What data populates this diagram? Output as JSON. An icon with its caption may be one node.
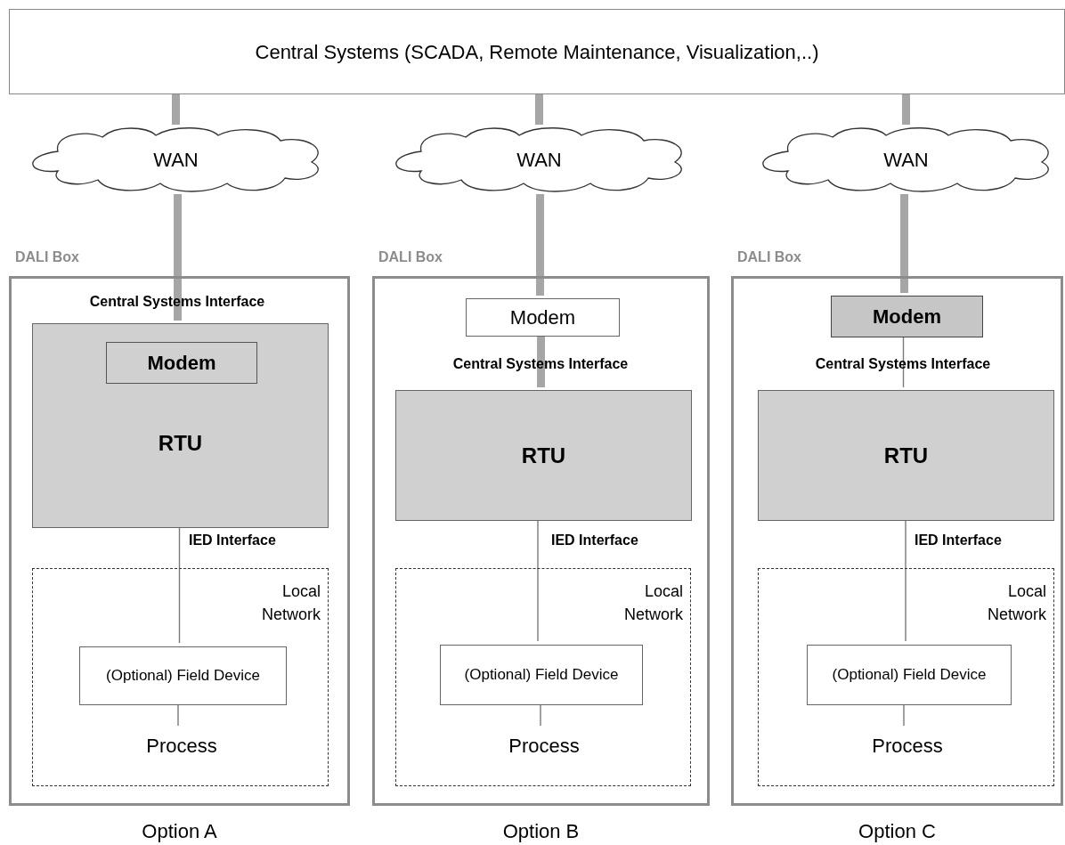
{
  "diagram": {
    "nodes": [
      {
        "text": [
          "Central Systems (SCADA, Remote Maintenance, Visualization,..)"
        ]
      },
      {
        "text": [
          "WAN"
        ]
      },
      {
        "text": [
          "DALI Box"
        ],
        "beside": [
          "Option A"
        ]
      },
      {
        "text": [
          "RTU"
        ],
        "in": 2
      },
      {
        "text": [
          "Modem"
        ],
        "in": 3
      },
      {
        "text": [
          "Local Network"
        ],
        "in": 2
      },
      {
        "text": [
          "(Optional) Field Device"
        ],
        "in": 5
      },
      {
        "text": [
          "Process"
        ],
        "in": 5
      },
      {
        "text": [
          "WAN"
        ]
      },
      {
        "text": [
          "DALI Box"
        ],
        "beside": [
          "Option B"
        ]
      },
      {
        "text": [
          "Modem"
        ],
        "in": 9
      },
      {
        "text": [
          "RTU"
        ],
        "in": 9
      },
      {
        "text": [
          "Local Network"
        ],
        "in": 9
      },
      {
        "text": [
          "(Optional) Field Device"
        ],
        "in": 12
      },
      {
        "text": [
          "Process"
        ],
        "in": 12
      },
      {
        "text": [
          "WAN"
        ]
      },
      {
        "text": [
          "DALI Box"
        ],
        "beside": [
          "Option C"
        ]
      },
      {
        "text": [
          "Modem"
        ],
        "in": 16
      },
      {
        "text": [
          "RTU"
        ],
        "in": 16
      },
      {
        "text": [
          "Local Network"
        ],
        "in": 16
      },
      {
        "text": [
          "(Optional) Field Device"
        ],
        "in": 19
      },
      {
        "text": [
          "Process"
        ],
        "in": 19
      }
    ],
    "edges": [
      {
        "from": 0,
        "to": 1,
        "arrow": "none",
        "style": "thick",
        "color": "#a6a6a6"
      },
      {
        "from": 0,
        "to": 8,
        "arrow": "none",
        "style": "thick",
        "color": "#a6a6a6"
      },
      {
        "from": 0,
        "to": 15,
        "arrow": "none",
        "style": "thick",
        "color": "#a6a6a6"
      },
      {
        "from": 1,
        "to": 3,
        "arrow": "none",
        "style": "thick",
        "color": "#a6a6a6"
      },
      {
        "from": 3,
        "to": 6,
        "arrow": "none"
      },
      {
        "from": 6,
        "to": 7,
        "arrow": "none"
      },
      {
        "from": 8,
        "to": 10,
        "arrow": "none",
        "style": "thick",
        "color": "#a6a6a6"
      },
      {
        "from": 10,
        "to": 11,
        "arrow": "none",
        "style": "thick",
        "color": "#a6a6a6"
      },
      {
        "from": 11,
        "to": 13,
        "arrow": "none"
      },
      {
        "from": 13,
        "to": 14,
        "arrow": "none"
      },
      {
        "from": 15,
        "to": 17,
        "arrow": "none",
        "style": "thick",
        "color": "#a6a6a6"
      },
      {
        "from": 17,
        "to": 18,
        "arrow": "none"
      },
      {
        "from": 18,
        "to": 20,
        "arrow": "none"
      },
      {
        "from": 20,
        "to": 21,
        "arrow": "none"
      }
    ],
    "labels": [
      "Central Systems Interface",
      "Central Systems Interface",
      "Central Systems Interface",
      "IED Interface",
      "IED Interface",
      "IED Interface"
    ]
  }
}
